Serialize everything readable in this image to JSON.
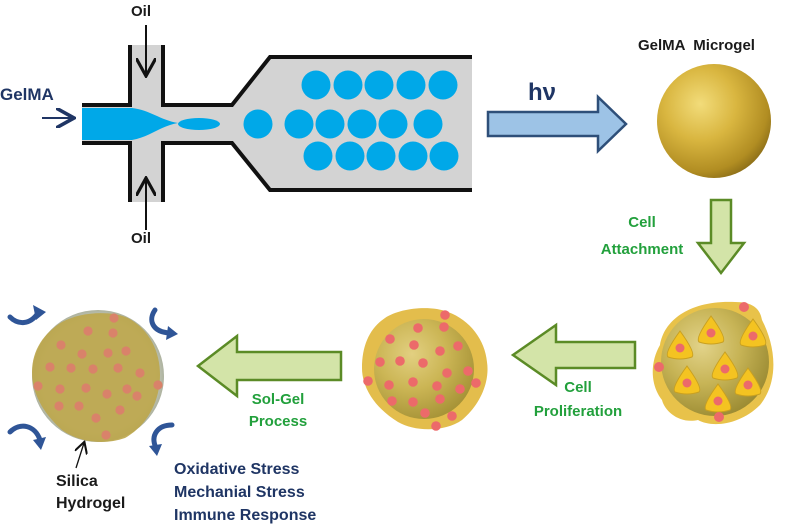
{
  "diagram": {
    "title": "GelMA microgel fabrication and silica hydrogel encapsulation workflow",
    "microfluidic": {
      "inputs": {
        "gelma_label": "GelMA",
        "oil_top_label": "Oil",
        "oil_bottom_label": "Oil"
      },
      "droplet_count": 16
    },
    "steps": [
      {
        "id": "photocrosslink",
        "label": "hν"
      },
      {
        "id": "cell-attachment",
        "label_line1": "Cell",
        "label_line2": "Attachment"
      },
      {
        "id": "cell-proliferation",
        "label_line1": "Cell",
        "label_line2": "Proliferation"
      },
      {
        "id": "sol-gel",
        "label_line1": "Sol-Gel",
        "label_line2": "Process"
      }
    ],
    "products": {
      "microgel_label": "GelMA  Microgel",
      "silica_label_line1": "Silica",
      "silica_label_line2": "Hydrogel"
    },
    "stresses": [
      "Oxidative Stress",
      "Mechanial Stress",
      "Immune Response"
    ],
    "colors": {
      "gelma_fluid": "#00a8e8",
      "channel_fill": "#d3d3d3",
      "channel_wall": "#111111",
      "hv_arrow_fill": "#9dc3e6",
      "hv_arrow_stroke": "#2e4f79",
      "process_arrow_fill": "#d3e4a8",
      "process_arrow_stroke": "#5b8b26",
      "process_text": "#22a03c",
      "navy_text": "#1f3564",
      "microgel_gold": "#d7b440",
      "cell_yellow": "#f4c321",
      "nucleus_red": "#ec6a6a",
      "stress_arrow": "#2f5597"
    }
  }
}
